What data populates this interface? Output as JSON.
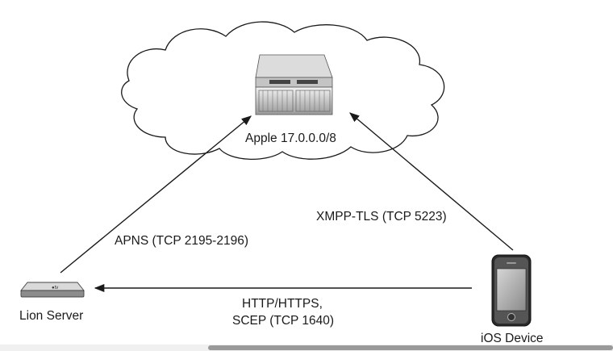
{
  "nodes": {
    "apple": {
      "label": "Apple 17.0.0.0/8"
    },
    "lion_server": {
      "label": "Lion Server"
    },
    "ios_device": {
      "label": "iOS Device"
    }
  },
  "edges": {
    "apns": {
      "label": "APNS (TCP 2195-2196)"
    },
    "xmpp": {
      "label": "XMPP-TLS (TCP 5223)"
    },
    "http": {
      "label_line1": "HTTP/HTTPS,",
      "label_line2": "SCEP (TCP 1640)"
    }
  },
  "colors": {
    "line": "#1a1a1a",
    "cloud_fill": "#ffffff",
    "device_gray": "#b8b8b8"
  }
}
